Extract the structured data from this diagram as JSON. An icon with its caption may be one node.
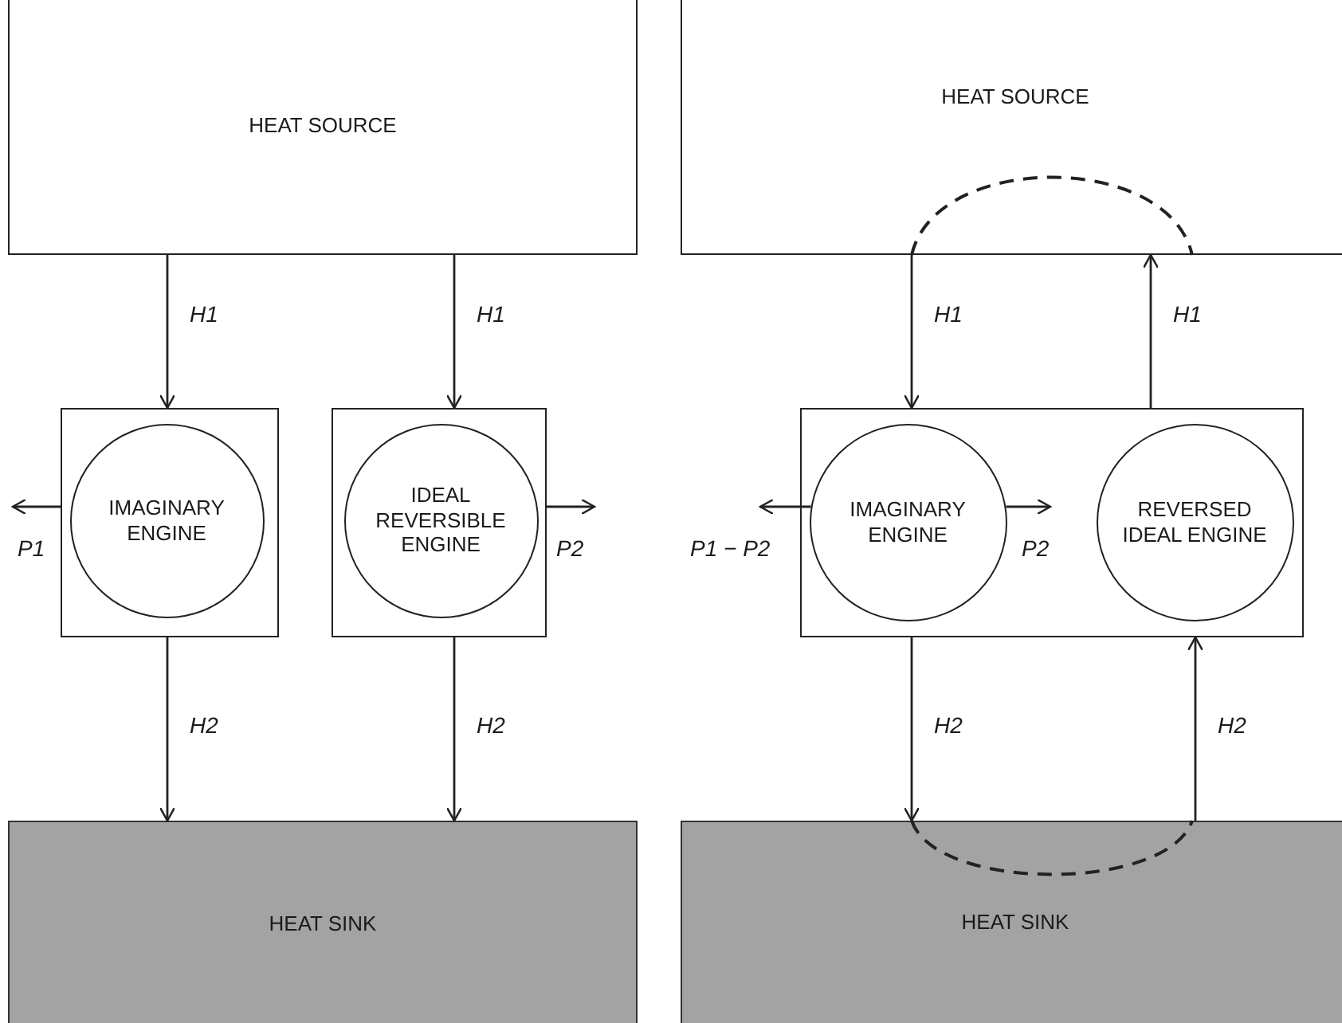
{
  "diagram": {
    "nodes": [
      {
        "text": [
          "HEAT SOURCE"
        ]
      },
      {
        "text": [],
        "shape": "box"
      },
      {
        "text": [
          "IMAGINARY ENGINE"
        ],
        "in": 1
      },
      {
        "text": [],
        "shape": "box"
      },
      {
        "text": [
          "IDEAL REVERSIBLE ENGINE"
        ],
        "in": 3
      },
      {
        "text": [
          "HEAT SINK"
        ]
      },
      {
        "text": [
          "HEAT SOURCE"
        ]
      },
      {
        "text": [],
        "shape": "box"
      },
      {
        "text": [
          "IMAGINARY ENGINE"
        ],
        "in": 7
      },
      {
        "text": [
          "REVERSED IDEAL ENGINE"
        ],
        "in": 7
      },
      {
        "text": [
          "HEAT SINK"
        ]
      }
    ],
    "edges": [
      {
        "from": 0,
        "to": 1,
        "arrow": "to",
        "label": "H1"
      },
      {
        "from": 0,
        "to": 3,
        "arrow": "to",
        "label": "H1"
      },
      {
        "from": 1,
        "to": null,
        "arrow": "to",
        "label": "P1"
      },
      {
        "from": 3,
        "to": null,
        "arrow": "to",
        "label": "P2"
      },
      {
        "from": 1,
        "to": 5,
        "arrow": "to",
        "label": "H2"
      },
      {
        "from": 3,
        "to": 5,
        "arrow": "to",
        "label": "H2"
      },
      {
        "from": 6,
        "to": 7,
        "arrow": "to",
        "label": "H1"
      },
      {
        "from": 7,
        "to": 6,
        "arrow": "to",
        "label": "H1"
      },
      {
        "from": 8,
        "to": null,
        "arrow": "to",
        "label": "P1 − P2"
      },
      {
        "from": 8,
        "to": null,
        "arrow": "to",
        "label": "P2"
      },
      {
        "from": 7,
        "to": 10,
        "arrow": "to",
        "label": "H2"
      },
      {
        "from": 10,
        "to": 7,
        "arrow": "to",
        "label": "H2"
      },
      {
        "from": 6,
        "to": 6,
        "arrow": "none",
        "style": "dashed"
      },
      {
        "from": 10,
        "to": 10,
        "arrow": "none",
        "style": "dashed"
      }
    ]
  }
}
